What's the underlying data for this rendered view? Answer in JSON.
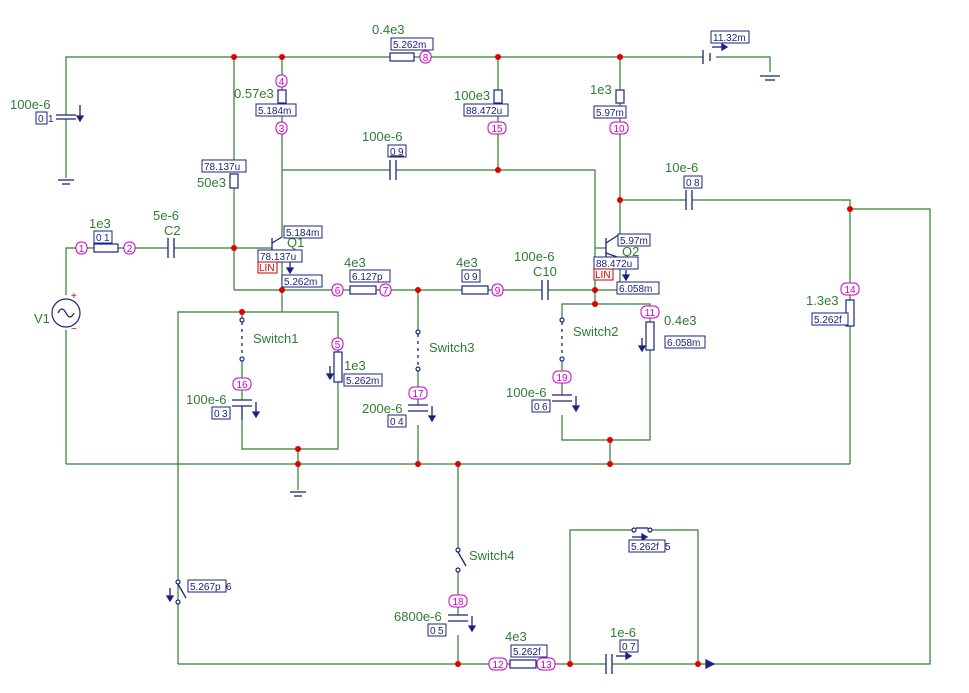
{
  "components": {
    "v1": "V1",
    "c_left": "100e-6",
    "c_left_probe": "0",
    "c_left_node": "1",
    "r_top": "0.4e3",
    "r_top_meas": "5.262m",
    "r_top_node": "8",
    "vsrc_meas": "11.32m",
    "r4": "0.57e3",
    "r4_meas": "5.184m",
    "r4_node_top": "4",
    "r4_node_bot": "3",
    "r15": "100e3",
    "r15_meas": "88.472u",
    "r15_node": "15",
    "r10": "1e3",
    "r10_meas": "5.97m",
    "r10_node": "10",
    "c9": "100e-6",
    "c9_probe": "0",
    "c9_node": "9",
    "c8": "10e-6",
    "c8_probe": "0",
    "c8_node": "8",
    "r50": "50e3",
    "r50_meas": "78.137u",
    "rin": "1e3",
    "rin_probe": "0",
    "rin_node": "1",
    "node1": "1",
    "node2": "2",
    "c2_value": "5e-6",
    "c2_name": "C2",
    "q1": "Q1",
    "q1_ic": "5.184m",
    "q1_ib": "78.137u",
    "q1_ie": "5.262m",
    "lin": "LIN",
    "r6": "4e3",
    "r6_meas": "6.127p",
    "node6": "6",
    "node7": "7",
    "r9": "4e3",
    "r9_probe": "0",
    "node9": "9",
    "c10_value": "100e-6",
    "c10_name": "C10",
    "q2": "Q2",
    "q2_ic": "5.97m",
    "q2_ib": "88.472u",
    "q2_ie": "6.058m",
    "r14": "1.3e3",
    "r14_meas": "5.262f",
    "r14_node": "14",
    "r11": "0.4e3",
    "r11_meas": "6.058m",
    "r11_node": "11",
    "switch1": "Switch1",
    "switch2": "Switch2",
    "switch3": "Switch3",
    "switch4": "Switch4",
    "r5": "1e3",
    "r5_meas": "5.262m",
    "r5_node": "5",
    "c3": "100e-6",
    "c3_probe": "0",
    "c3_index": "3",
    "node16": "16",
    "c4": "200e-6",
    "c4_probe": "0",
    "c4_index": "4",
    "node17": "17",
    "c6": "100e-6",
    "c6_probe": "0",
    "c6_index": "6",
    "node19": "19",
    "sw6_meas": "5.267p",
    "sw6_index": "6",
    "c5": "6800e-6",
    "c5_probe": "0",
    "c5_index": "5",
    "node18": "18",
    "r12": "4e3",
    "r12_meas": "5.262f",
    "node12": "12",
    "node13": "13",
    "sw5_meas": "5.262f",
    "sw5_index": "5",
    "c7": "1e-6",
    "c7_probe": "0",
    "c7_index": "7"
  },
  "colors": {
    "wire": "#2e7d32",
    "component": "#1a237e",
    "junction": "#e00000",
    "node_label": "#cc00cc",
    "value_label": "#2e7d32"
  }
}
